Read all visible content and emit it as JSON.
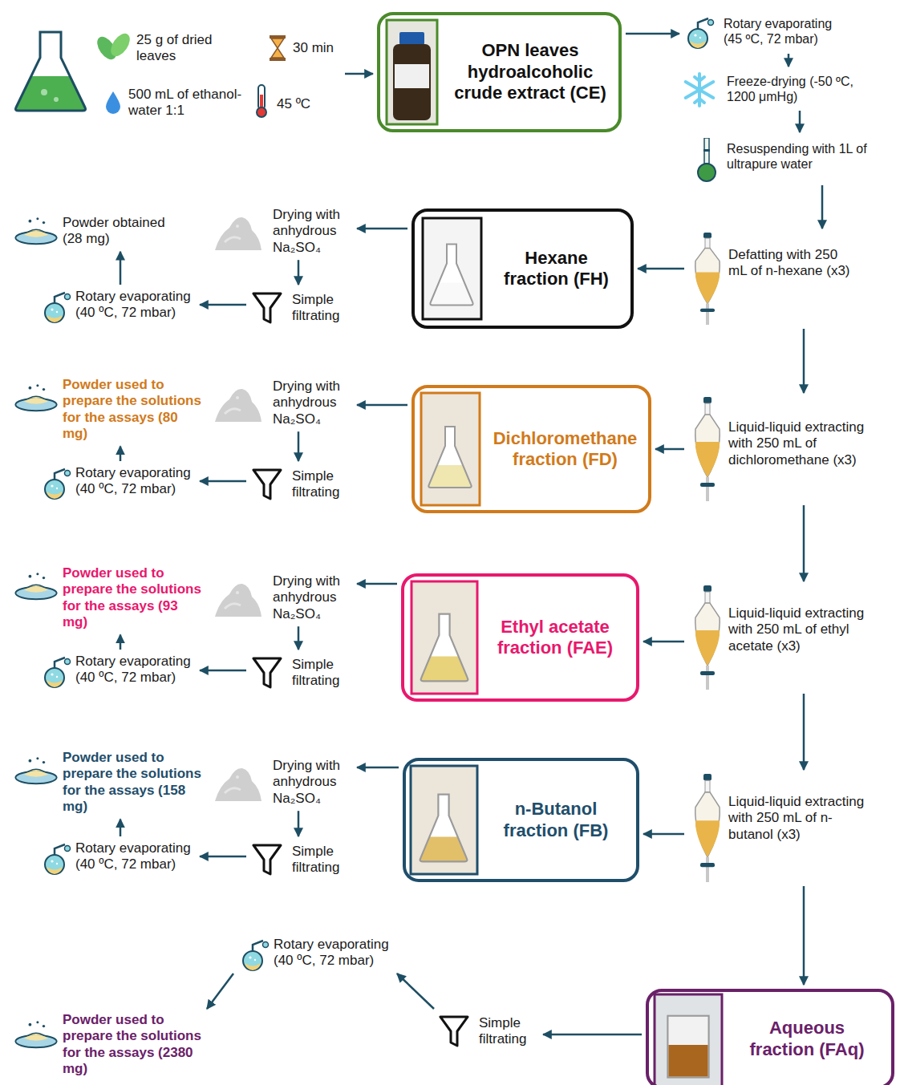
{
  "diagram": {
    "nodes": [
      {
        "text": [
          "25 g of dried leaves",
          "30 min",
          "500 mL of ethanol-water 1:1",
          "45 ºC"
        ]
      },
      {
        "text": [
          "OPN leaves hydroalcoholic crude extract (CE)"
        ]
      },
      {
        "text": [
          "Rotary evaporating (45 ºC, 72 mbar)"
        ]
      },
      {
        "text": [
          "Freeze-drying (-50 ºC, 1200 μmHg)"
        ]
      },
      {
        "text": [
          "Resuspending with 1L of ultrapure water"
        ]
      },
      {
        "text": [
          "Defatting with 250 mL of n-hexane (x3)"
        ]
      },
      {
        "text": [
          "Hexane fraction (FH)"
        ]
      },
      {
        "text": [
          "Drying with anhydrous Na₂SO₄"
        ]
      },
      {
        "text": [
          "Simple filtrating"
        ]
      },
      {
        "text": [
          "Rotary evaporating (40 ºC, 72 mbar)"
        ]
      },
      {
        "text": [
          "Powder obtained (28 mg)"
        ]
      },
      {
        "text": [
          "Liquid-liquid extracting with 250 mL of dichloromethane (x3)"
        ]
      },
      {
        "text": [
          "Dichloromethane fraction (FD)"
        ]
      },
      {
        "text": [
          "Drying with anhydrous Na₂SO₄"
        ]
      },
      {
        "text": [
          "Simple filtrating"
        ]
      },
      {
        "text": [
          "Rotary evaporating (40 ºC, 72 mbar)"
        ]
      },
      {
        "text": [
          "Powder used to prepare the solutions for the assays (80 mg)"
        ]
      },
      {
        "text": [
          "Liquid-liquid extracting with 250 mL of ethyl acetate (x3)"
        ]
      },
      {
        "text": [
          "Ethyl acetate fraction (FAE)"
        ]
      },
      {
        "text": [
          "Drying with anhydrous Na₂SO₄"
        ]
      },
      {
        "text": [
          "Simple filtrating"
        ]
      },
      {
        "text": [
          "Rotary evaporating (40 ºC, 72 mbar)"
        ]
      },
      {
        "text": [
          "Powder used to prepare the solutions for the assays (93 mg)"
        ]
      },
      {
        "text": [
          "Liquid-liquid extracting with 250 mL of n-butanol (x3)"
        ]
      },
      {
        "text": [
          "n-Butanol fraction (FB)"
        ]
      },
      {
        "text": [
          "Drying with anhydrous Na₂SO₄"
        ]
      },
      {
        "text": [
          "Simple filtrating"
        ]
      },
      {
        "text": [
          "Rotary evaporating (40 ºC, 72 mbar)"
        ]
      },
      {
        "text": [
          "Powder used to prepare the solutions for the assays (158 mg)"
        ]
      },
      {
        "text": [
          "Aqueous fraction (FAq)"
        ]
      },
      {
        "text": [
          "Simple filtrating"
        ]
      },
      {
        "text": [
          "Rotary evaporating (40 ºC, 72 mbar)"
        ]
      },
      {
        "text": [
          "Powder used to prepare the solutions for the assays (2380 mg)"
        ]
      }
    ],
    "edges": [
      {
        "from": 0,
        "to": 1,
        "arrow": "to"
      },
      {
        "from": 1,
        "to": 2,
        "arrow": "to"
      },
      {
        "from": 2,
        "to": 3,
        "arrow": "to"
      },
      {
        "from": 3,
        "to": 4,
        "arrow": "to"
      },
      {
        "from": 4,
        "to": 5,
        "arrow": "to"
      },
      {
        "from": 5,
        "to": 6,
        "arrow": "to"
      },
      {
        "from": 6,
        "to": 7,
        "arrow": "to"
      },
      {
        "from": 7,
        "to": 8,
        "arrow": "to"
      },
      {
        "from": 8,
        "to": 9,
        "arrow": "to"
      },
      {
        "from": 9,
        "to": 10,
        "arrow": "to"
      },
      {
        "from": 5,
        "to": 11,
        "arrow": "to"
      },
      {
        "from": 11,
        "to": 12,
        "arrow": "to"
      },
      {
        "from": 12,
        "to": 13,
        "arrow": "to"
      },
      {
        "from": 13,
        "to": 14,
        "arrow": "to"
      },
      {
        "from": 14,
        "to": 15,
        "arrow": "to"
      },
      {
        "from": 15,
        "to": 16,
        "arrow": "to"
      },
      {
        "from": 11,
        "to": 17,
        "arrow": "to"
      },
      {
        "from": 17,
        "to": 18,
        "arrow": "to"
      },
      {
        "from": 18,
        "to": 19,
        "arrow": "to"
      },
      {
        "from": 19,
        "to": 20,
        "arrow": "to"
      },
      {
        "from": 20,
        "to": 21,
        "arrow": "to"
      },
      {
        "from": 21,
        "to": 22,
        "arrow": "to"
      },
      {
        "from": 17,
        "to": 23,
        "arrow": "to"
      },
      {
        "from": 23,
        "to": 24,
        "arrow": "to"
      },
      {
        "from": 24,
        "to": 25,
        "arrow": "to"
      },
      {
        "from": 25,
        "to": 26,
        "arrow": "to"
      },
      {
        "from": 26,
        "to": 27,
        "arrow": "to"
      },
      {
        "from": 27,
        "to": 28,
        "arrow": "to"
      },
      {
        "from": 23,
        "to": 29,
        "arrow": "to"
      },
      {
        "from": 29,
        "to": 30,
        "arrow": "to"
      },
      {
        "from": 30,
        "to": 31,
        "arrow": "to"
      },
      {
        "from": 31,
        "to": 32,
        "arrow": "to"
      }
    ]
  }
}
